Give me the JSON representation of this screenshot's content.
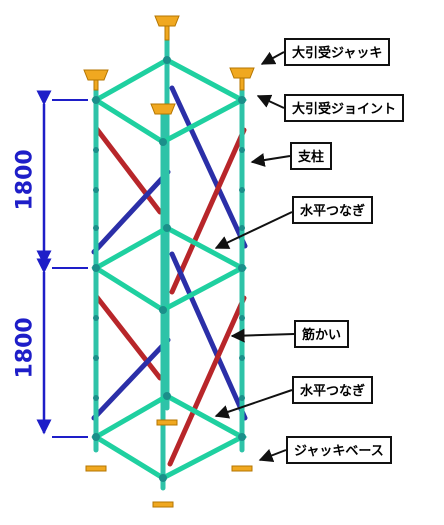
{
  "labels": {
    "jack_head": "大引受ジャッキ",
    "joist_joint": "大引受ジョイント",
    "post": "支柱",
    "horizontal_tie_upper": "水平つなぎ",
    "brace": "筋かい",
    "horizontal_tie_lower": "水平つなぎ",
    "jack_base": "ジャッキベース"
  },
  "dimensions": {
    "upper": "1800",
    "lower": "1800"
  },
  "colors": {
    "post": "#2ec3a8",
    "tie": "#1fd0a0",
    "brace_red": "#c0282c",
    "brace_blue": "#2b2fa8",
    "jack": "#f0a820",
    "dimension": "#1e1ec8",
    "arrow": "#111111"
  }
}
